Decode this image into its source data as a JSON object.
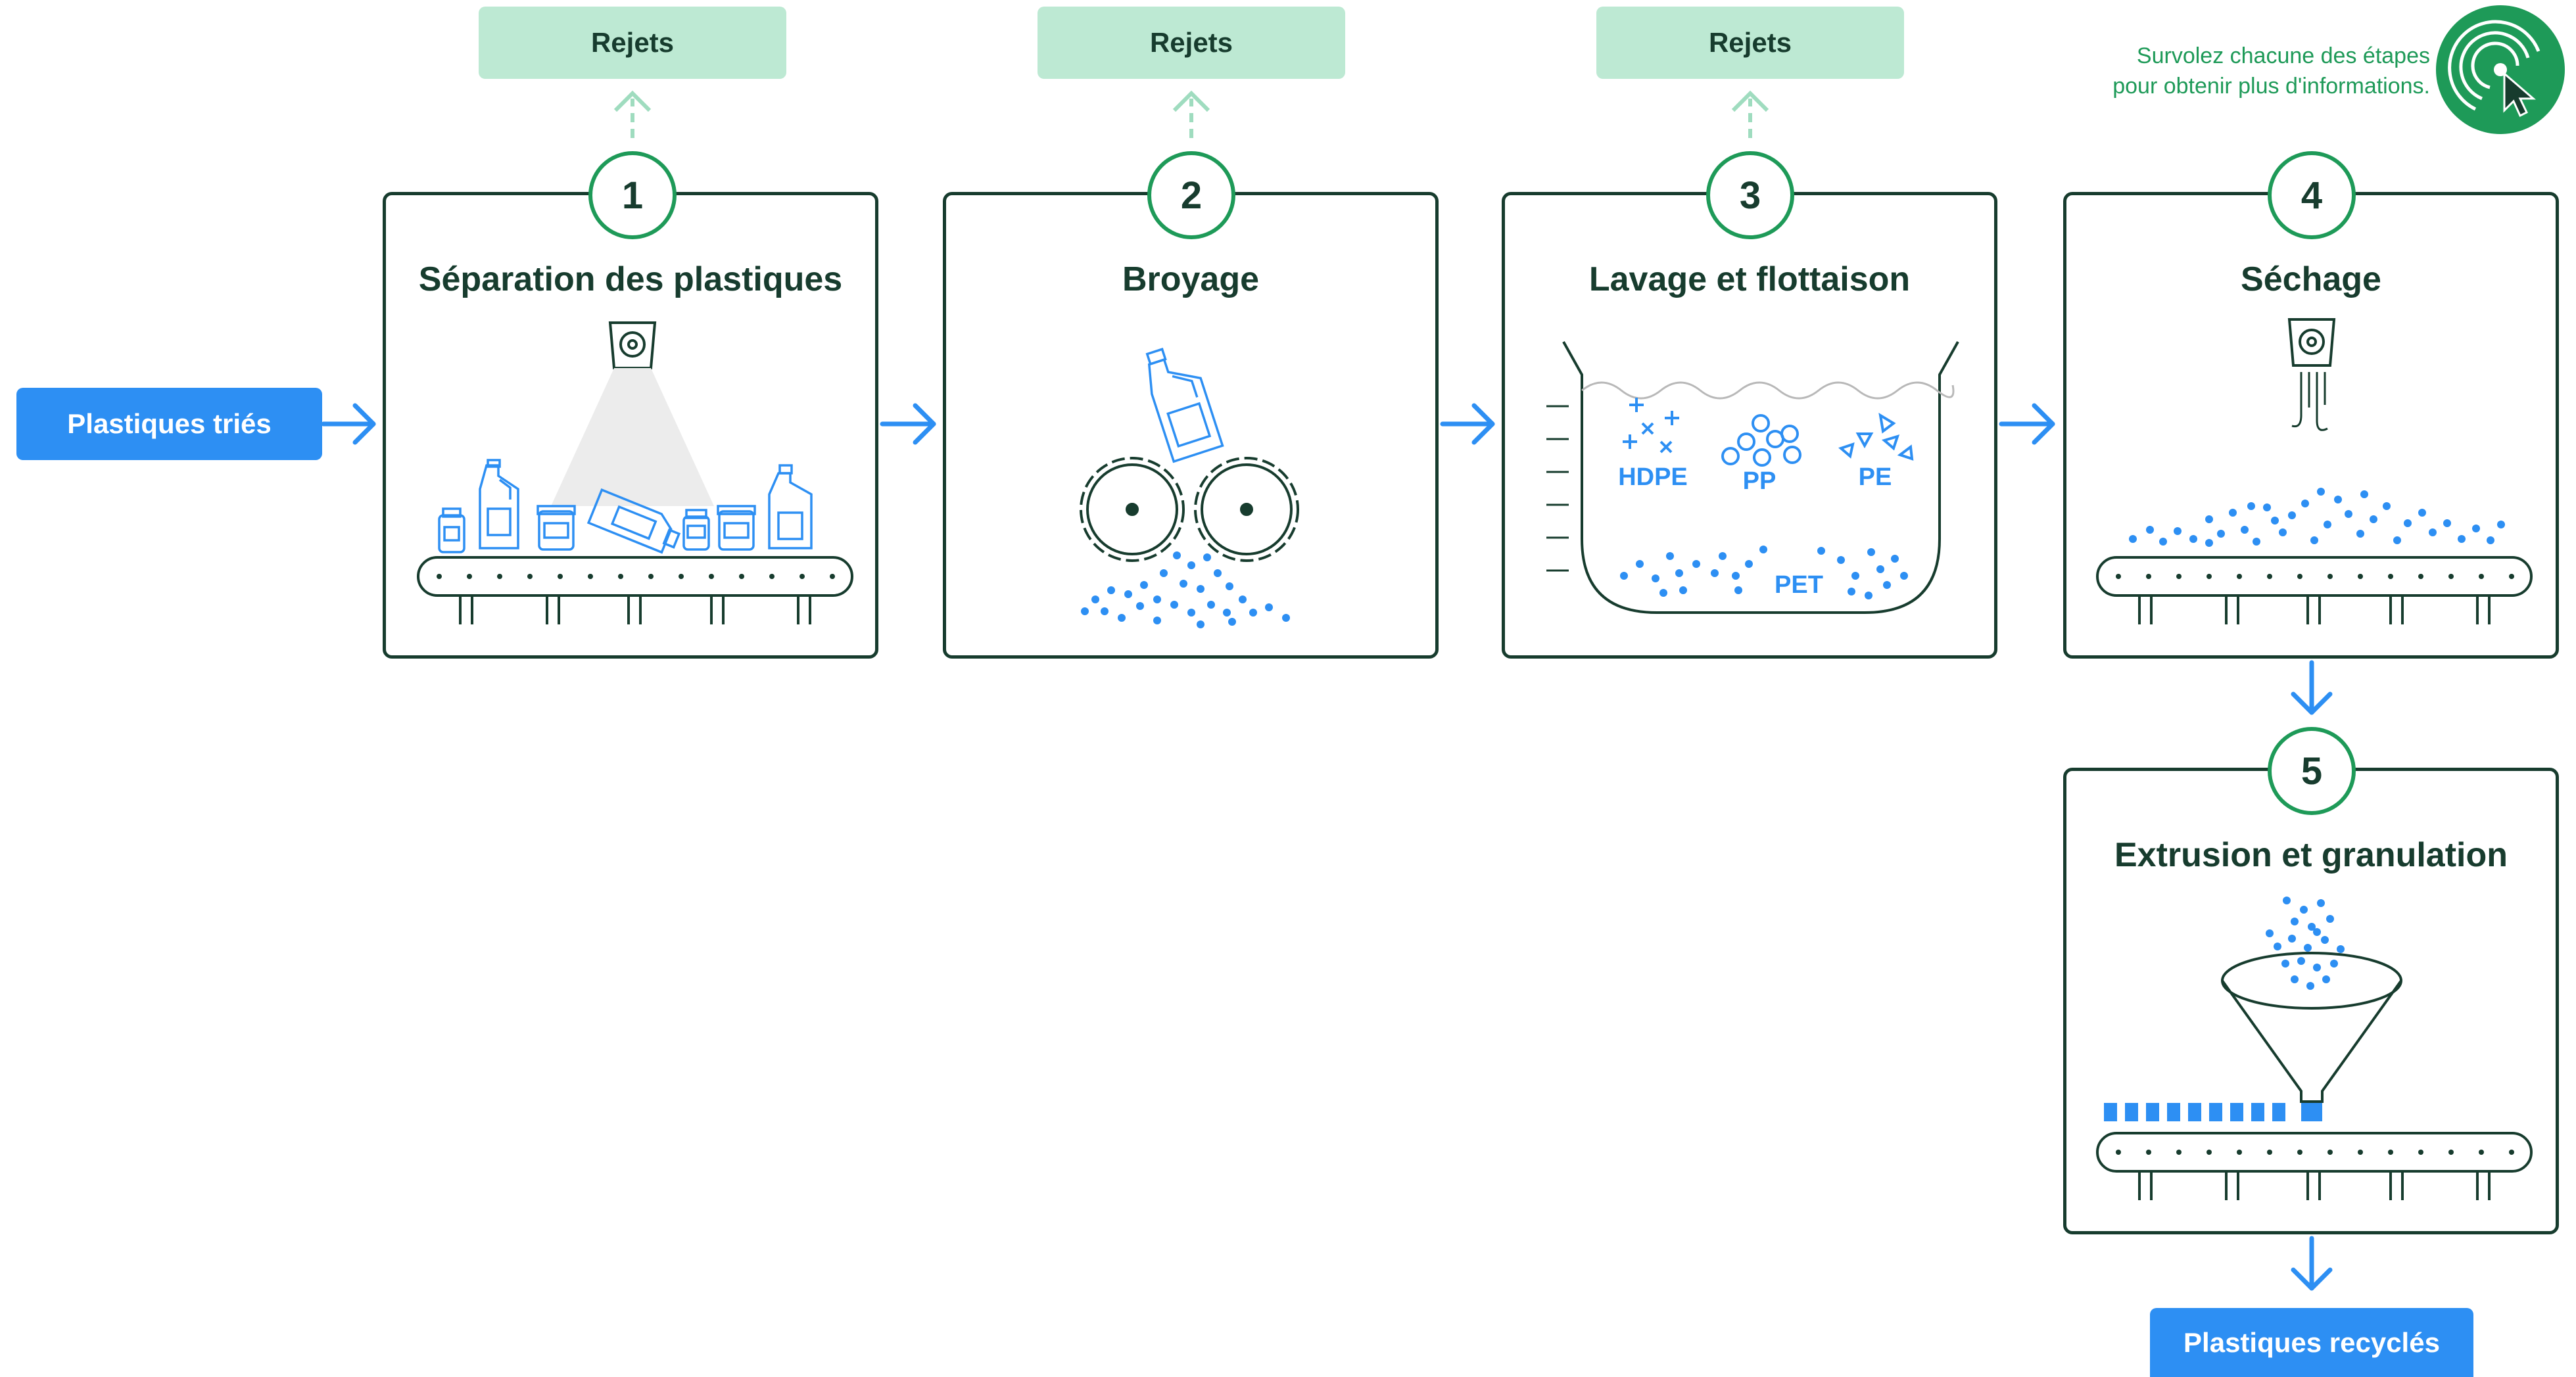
{
  "rejects": [
    {
      "label": "Rejets"
    },
    {
      "label": "Rejets"
    },
    {
      "label": "Rejets"
    }
  ],
  "hint": {
    "line1": "Survolez chacune des étapes",
    "line2": "pour obtenir plus d'informations.",
    "icon": "tap-cursor-icon"
  },
  "input": {
    "label": "Plastiques triés"
  },
  "output": {
    "label": "Plastiques recyclés"
  },
  "steps": [
    {
      "number": "1",
      "title": "Séparation des plastiques"
    },
    {
      "number": "2",
      "title": "Broyage"
    },
    {
      "number": "3",
      "title": "Lavage et flottaison",
      "materials": [
        "HDPE",
        "PP",
        "PE",
        "PET"
      ]
    },
    {
      "number": "4",
      "title": "Séchage"
    },
    {
      "number": "5",
      "title": "Extrusion et granulation"
    }
  ],
  "colors": {
    "dark": "#173c2e",
    "green": "#1e9a58",
    "mint": "#bde9d3",
    "blue": "#2d8ff3"
  }
}
